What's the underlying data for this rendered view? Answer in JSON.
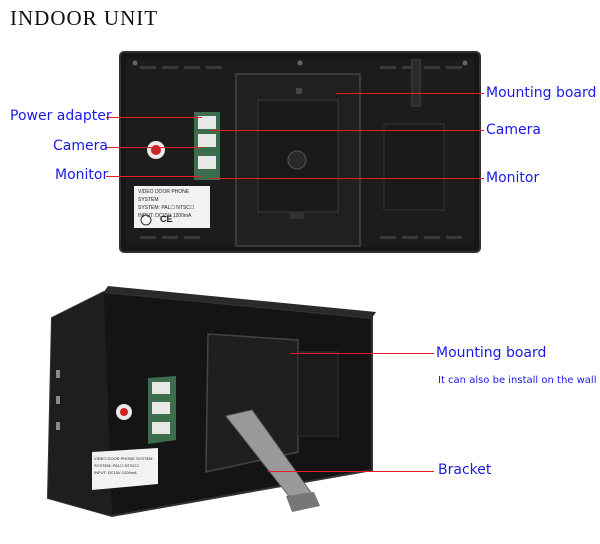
{
  "page": {
    "title": "INDOOR UNIT"
  },
  "device_label": {
    "line1": "VIDEO DOOR PHONE SYSTEM",
    "line2": "SYSTEM: PAL☐ NTSC☐",
    "line3": "INPUT: DC15V 1200mA",
    "ce": "CE"
  },
  "top_view": {
    "left_labels": [
      "Power adapter",
      "Camera",
      "Monitor"
    ],
    "right_labels": [
      "Mounting board",
      "Camera",
      "Monitor"
    ]
  },
  "bottom_view": {
    "mounting_board": "Mounting board",
    "wall_note": "It can also be install on the wall",
    "bracket": "Bracket"
  },
  "colors": {
    "label_text": "#1a1ae6",
    "leader_line": "#e0202a",
    "device_body": "#141414"
  }
}
